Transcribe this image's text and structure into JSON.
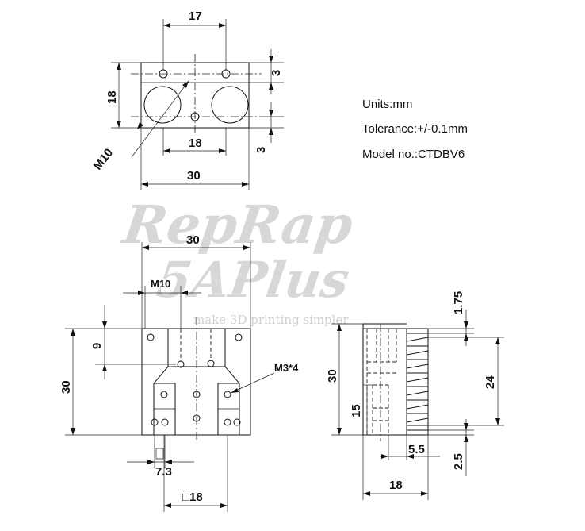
{
  "spec_notes": {
    "units": "Units:mm",
    "tolerance": "Tolerance:+/-0.1mm",
    "model": "Model no.:CTDBV6"
  },
  "watermark": {
    "line1": "RepRap",
    "line2": "5APlus",
    "tagline": "make 3D printing simpler"
  },
  "top_view": {
    "dim_top": "17",
    "dim_height": "18",
    "dim_hole_spacing": "18",
    "dim_width": "30",
    "dim_right_top": "3",
    "dim_right_bottom": "3",
    "thread_label": "M10"
  },
  "front_view": {
    "dim_width": "30",
    "dim_height": "30",
    "dim_offset": "9",
    "thread_label": "M10",
    "screw_label": "M3*4",
    "dim_hole_x": "7.3",
    "dim_hole_spacing": "□18"
  },
  "side_view": {
    "dim_top": "1.75",
    "dim_height": "30",
    "dim_fin": "24",
    "dim_lower": "15",
    "dim_step": "5.5",
    "dim_bottom": "2.5",
    "dim_width": "18"
  }
}
